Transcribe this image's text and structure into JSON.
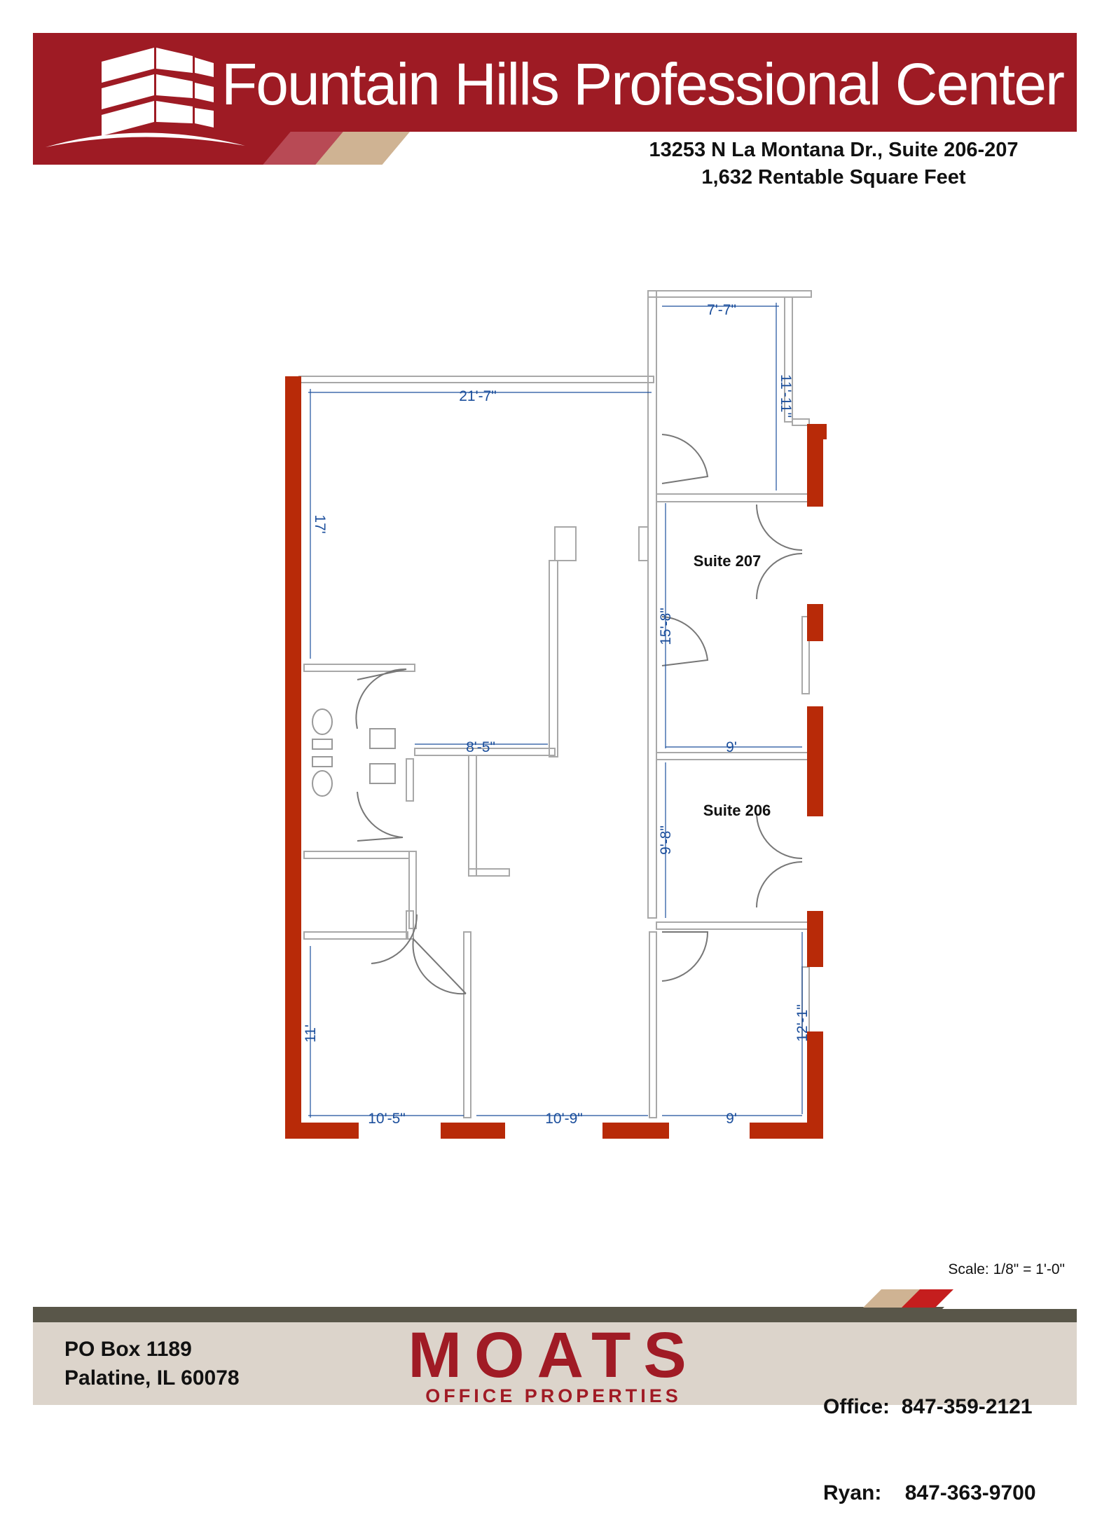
{
  "header": {
    "title": "Fountain Hills Professional Center",
    "address_line": "13253 N La Montana Dr., Suite 206-207",
    "area_line": "1,632 Rentable Square Feet"
  },
  "floor_plan": {
    "dimensions": [
      "21'-7\"",
      "7'-7\"",
      "11'-11\"",
      "17'",
      "8'-5\"",
      "15'-8\"",
      "9'",
      "9'-8\"",
      "12'-1\"",
      "11'",
      "10'-5\"",
      "10'-9\"",
      "9'"
    ],
    "suite_labels": [
      "Suite 207",
      "Suite 206"
    ]
  },
  "scale": "Scale: 1/8\" = 1'-0\"",
  "footer": {
    "po_box": "PO Box 1189",
    "city": "Palatine, IL 60078",
    "brand": "MOATS",
    "brand_sub": "OFFICE PROPERTIES",
    "office_label": "Office:",
    "office_phone": "847-359-2121",
    "ryan_label": "Ryan:",
    "ryan_phone": "847-363-9700"
  },
  "colors": {
    "brand_red": "#9e1b24",
    "wall_red": "#b82a08",
    "dimension_blue": "#1c4f9c"
  }
}
